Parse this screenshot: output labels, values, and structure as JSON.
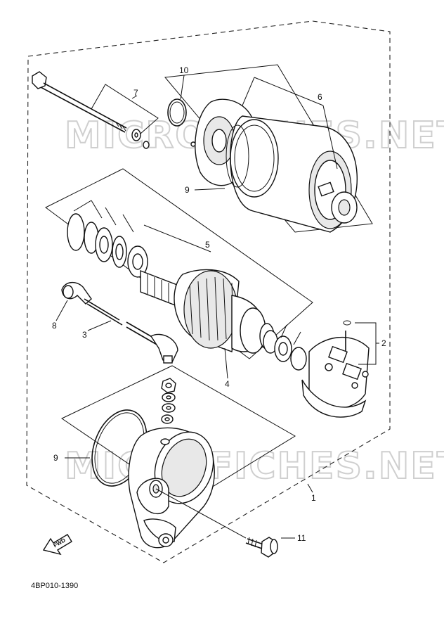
{
  "diagram": {
    "watermark_text": "MICROFICHES.NET",
    "diagram_code": "4BP010-1390",
    "fwd_label": "FWD",
    "callouts": {
      "c1": "1",
      "c2": "2",
      "c3": "3",
      "c4": "4",
      "c5": "5",
      "c6": "6",
      "c7": "7",
      "c8": "8",
      "c9_top": "9",
      "c9_bottom": "9",
      "c10": "10",
      "c11": "11"
    }
  }
}
